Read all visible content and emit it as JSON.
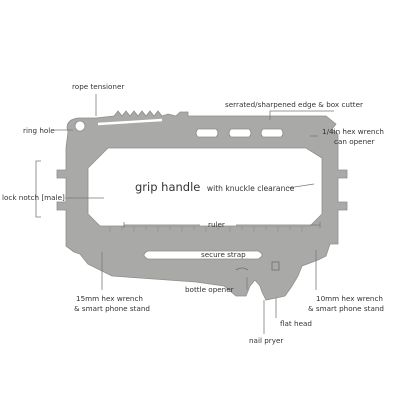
{
  "diagram": {
    "tool_color": "#a9aaa8",
    "tool_edge_color": "#8e8f8d",
    "line_color": "#7a7a7a",
    "text_color": "#333333",
    "labels": {
      "rope_tensioner": "rope tensioner",
      "ring_hole": "ring hole",
      "serrated_edge": "serrated/sharpened edge & box cutter",
      "hex_quarter_line1": "1/4in hex wrench",
      "hex_quarter_line2": "can opener",
      "lock_notch": "lock notch [male]",
      "grip_handle_main": "grip handle",
      "grip_handle_sub": "with knuckle clearance",
      "ruler": "ruler",
      "secure_strap": "secure strap",
      "bottle_opener": "bottle opener",
      "hex15_line1": "15mm hex wrench",
      "hex15_line2": "& smart phone stand",
      "hex10_line1": "10mm hex wrench",
      "hex10_line2": "& smart phone stand",
      "flat_head": "flat head",
      "nail_pryer": "nail pryer"
    }
  }
}
